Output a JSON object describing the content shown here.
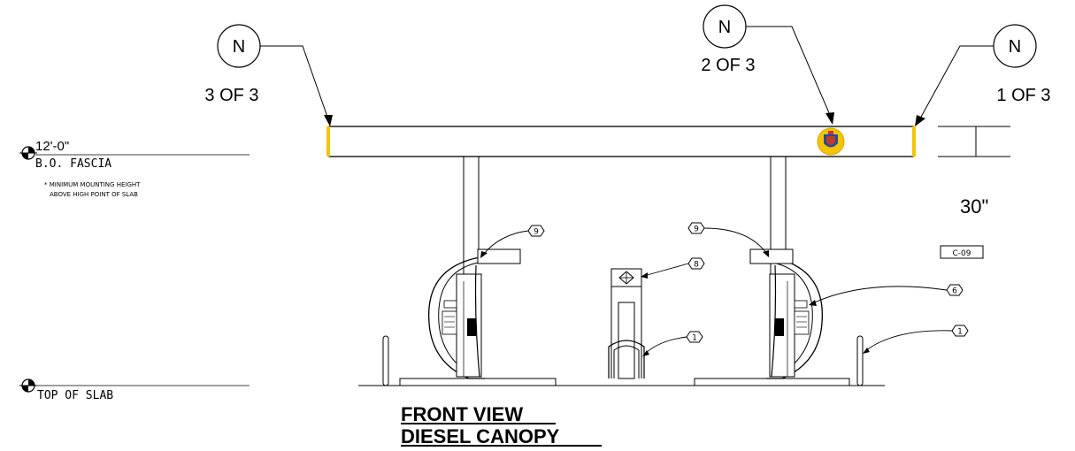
{
  "callouts": [
    {
      "letter": "N",
      "label": "3 OF 3"
    },
    {
      "letter": "N",
      "label": "2 OF 3"
    },
    {
      "letter": "N",
      "label": "1 OF 3"
    }
  ],
  "elevations": {
    "fascia_height": "12'-0\"",
    "fascia_label": "B.O. FASCIA",
    "note_line1": "* MINIMUM MOUNTING HEIGHT",
    "note_line2": "ABOVE HIGH POINT OF SLAB",
    "slab_label": "TOP OF SLAB"
  },
  "dimension": "30\"",
  "detail_tag": "C-09",
  "keynotes": [
    "9",
    "8",
    "9",
    "6",
    "1",
    "1"
  ],
  "title": {
    "line1": "FRONT VIEW",
    "line2": "DIESEL CANOPY"
  },
  "colors": {
    "line": "#000000",
    "sign_fill": "#f5c400",
    "sign_accent": "#c0392b",
    "sign_blue": "#1f4e9c"
  }
}
